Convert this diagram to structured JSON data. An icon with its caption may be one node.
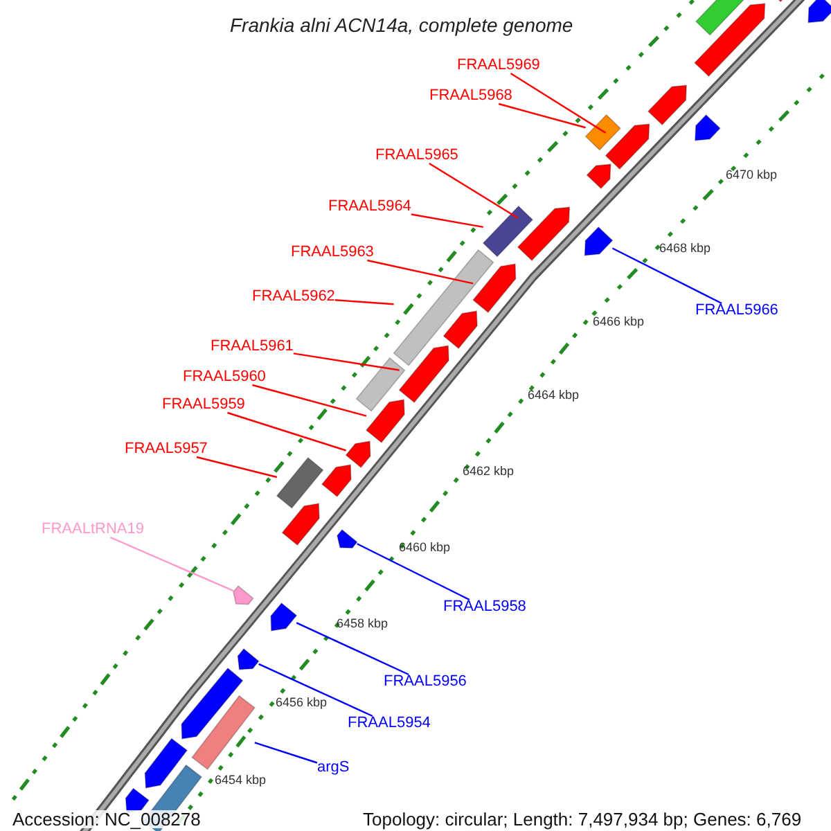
{
  "diagram": {
    "title": "Frankia alni ACN14a, complete genome",
    "nodes": [
      {
        "text": [
          "FRAAL5969"
        ]
      },
      {
        "text": [],
        "shape": "arrow"
      },
      {
        "text": [
          "FRAAL5968"
        ]
      },
      {
        "text": [],
        "shape": "box"
      },
      {
        "text": [
          "FRAAL5965"
        ]
      },
      {
        "text": [],
        "shape": "arrow"
      },
      {
        "text": [
          "FRAAL5964"
        ]
      },
      {
        "text": [],
        "shape": "box"
      },
      {
        "text": [
          "FRAAL5963"
        ]
      },
      {
        "text": [],
        "shape": "arrow"
      },
      {
        "text": [
          "FRAAL5962"
        ]
      },
      {
        "text": [],
        "shape": "box"
      },
      {
        "text": [
          "FRAAL5966"
        ]
      },
      {
        "text": [],
        "shape": "arrow"
      },
      {
        "text": [
          "FRAAL5961"
        ]
      },
      {
        "text": [],
        "shape": "arrow"
      },
      {
        "text": [
          "FRAAL5960"
        ]
      },
      {
        "text": [],
        "shape": "arrow"
      },
      {
        "text": [
          "FRAAL5959"
        ]
      },
      {
        "text": [],
        "shape": "arrow"
      },
      {
        "text": [
          "FRAAL5957"
        ]
      },
      {
        "text": [],
        "shape": "box"
      },
      {
        "text": [
          "FRAALtRNA19"
        ]
      },
      {
        "text": [],
        "shape": "arrow"
      },
      {
        "text": [
          "FRAAL5958"
        ]
      },
      {
        "text": [],
        "shape": "arrow"
      },
      {
        "text": [
          "FRAAL5956"
        ]
      },
      {
        "text": [],
        "shape": "arrow"
      },
      {
        "text": [
          "FRAAL5954"
        ]
      },
      {
        "text": [],
        "shape": "arrow"
      },
      {
        "text": [
          "argS"
        ]
      },
      {
        "text": [],
        "shape": "box"
      },
      {
        "text": [],
        "shape": "box"
      },
      {
        "text": [],
        "shape": "arrow"
      },
      {
        "text": [],
        "shape": "arrow"
      },
      {
        "text": [],
        "shape": "arrow"
      },
      {
        "text": [],
        "shape": "arrow"
      },
      {
        "text": [],
        "shape": "arrow"
      },
      {
        "text": [],
        "shape": "arrow"
      },
      {
        "text": [],
        "shape": "arrow"
      },
      {
        "text": [],
        "shape": "box"
      },
      {
        "text": [],
        "shape": "arrow"
      },
      {
        "text": [],
        "shape": "arrow"
      },
      {
        "text": [],
        "shape": "arrow"
      },
      {
        "text": [],
        "shape": "arrow"
      },
      {
        "text": [],
        "shape": "box"
      },
      {
        "text": [],
        "shape": "arrow"
      }
    ],
    "edges": [
      {
        "from": 0,
        "to": 1,
        "arrow": "none"
      },
      {
        "from": 2,
        "to": 3,
        "arrow": "none"
      },
      {
        "from": 4,
        "to": 5,
        "arrow": "none"
      },
      {
        "from": 6,
        "to": 7,
        "arrow": "none"
      },
      {
        "from": 8,
        "to": 9,
        "arrow": "none"
      },
      {
        "from": 10,
        "to": 11,
        "arrow": "none"
      },
      {
        "from": 12,
        "to": 13,
        "arrow": "none",
        "color": "#0000ff"
      },
      {
        "from": 14,
        "to": 15,
        "arrow": "none"
      },
      {
        "from": 16,
        "to": 17,
        "arrow": "none"
      },
      {
        "from": 18,
        "to": 19,
        "arrow": "none"
      },
      {
        "from": 20,
        "to": 21,
        "arrow": "none"
      },
      {
        "from": 22,
        "to": 23,
        "arrow": "none",
        "color": "#ff99cc"
      },
      {
        "from": 24,
        "to": 25,
        "arrow": "none",
        "color": "#0000ff"
      },
      {
        "from": 26,
        "to": 27,
        "arrow": "none",
        "color": "#0000ff"
      },
      {
        "from": 28,
        "to": 29,
        "arrow": "none",
        "color": "#0000ff"
      },
      {
        "from": 30,
        "to": 31,
        "arrow": "none",
        "color": "#0000ff"
      }
    ],
    "labels": [
      "6470 kbp",
      "6468 kbp",
      "6466 kbp",
      "6464 kbp",
      "6462 kbp",
      "6460 kbp",
      "6458 kbp",
      "6456 kbp",
      "6454 kbp",
      "Accession: NC_008278",
      "Topology: circular; Length: 7,497,934 bp; Genes: 6,769"
    ]
  }
}
